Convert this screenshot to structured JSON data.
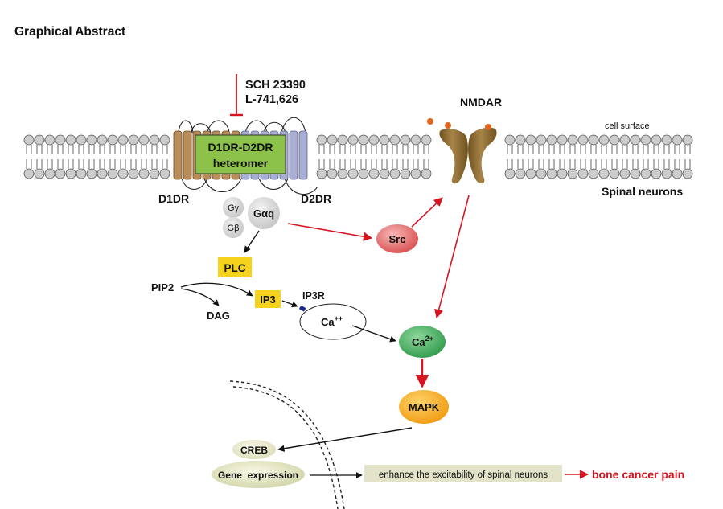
{
  "title": "Graphical Abstract",
  "inhibitors": {
    "line1": "SCH 23390",
    "line2": "L-741,626"
  },
  "membrane": {
    "cell_surface": "cell surface",
    "cell_type": "Spinal neurons"
  },
  "receptors": {
    "d1": "D1DR",
    "d2": "D2DR",
    "heteromer_line1": "D1DR-D2DR",
    "heteromer_line2": "heteromer"
  },
  "gproteins": {
    "gamma": "Gγ",
    "beta": "Gβ",
    "alpha_q": "Gαq"
  },
  "nmdar": {
    "label": "NMDAR"
  },
  "signaling": {
    "src": "Src",
    "plc": "PLC",
    "pip2": "PIP2",
    "ip3": "IP3",
    "dag": "DAG",
    "ip3r": "IP3R",
    "ca_store": "Ca",
    "ca_store_sup": "++",
    "ca": "Ca",
    "ca_sup": "2+",
    "mapk": "MAPK",
    "creb": "CREB",
    "gene_expression": "Gene  expression"
  },
  "outcome": {
    "enhance": "enhance the excitability of spinal neurons",
    "pain": "bone cancer pain"
  },
  "colors": {
    "red_arrow": "#d7141f",
    "black_arrow": "#111111",
    "d1_helix": "#b98d5a",
    "d2_helix": "#a9aed3",
    "heteromer_fill": "#8cc24a",
    "plc_fill": "#f5d21b",
    "src_fill": "#e06a6a",
    "ca_fill": "#3da85a",
    "mapk_fill": "#f4a51c",
    "nmdar_fill": "#8a6a2c",
    "ligand_dot": "#e0641c",
    "lipid_head": "#cccccc"
  }
}
